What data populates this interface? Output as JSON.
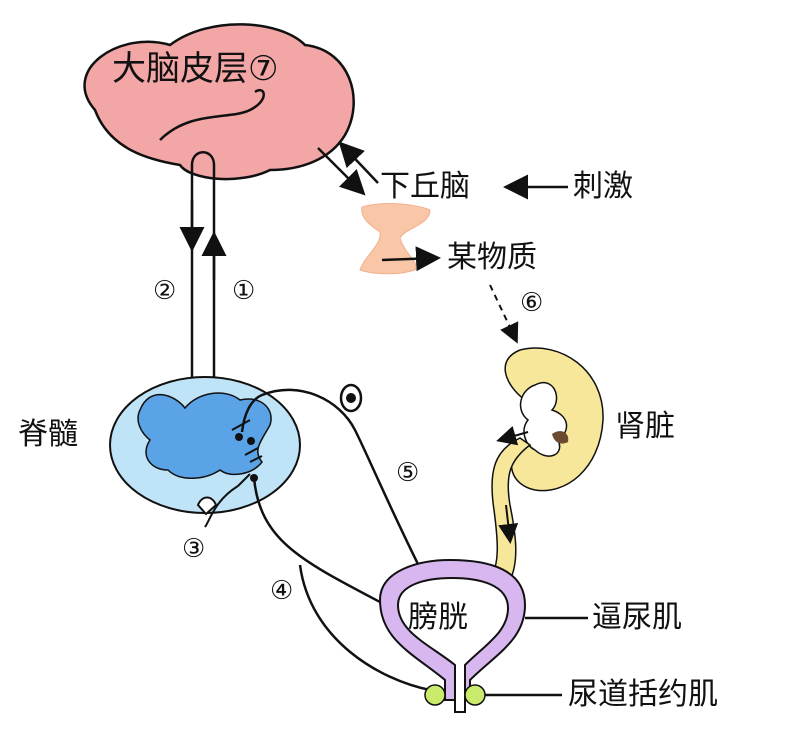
{
  "labels": {
    "cortex": "大脑皮层⑦",
    "hypothalamus": "下丘脑",
    "stimulus": "刺激",
    "substance": "某物质",
    "spinal_cord": "脊髓",
    "kidney": "肾脏",
    "bladder": "膀胱",
    "detrusor": "逼尿肌",
    "sphincter": "尿道括约肌"
  },
  "markers": {
    "n1": "①",
    "n2": "②",
    "n3": "③",
    "n4": "④",
    "n5": "⑤",
    "n6": "⑥"
  },
  "colors": {
    "cortex": "#f3a6a6",
    "spinal_outer": "#bfe3f7",
    "spinal_inner": "#5aa3e6",
    "kidney": "#f6e79b",
    "bladder": "#d8b6ef",
    "sphincter": "#c9ea6a",
    "pituitary": "#f9c7a8",
    "line": "#111111"
  }
}
